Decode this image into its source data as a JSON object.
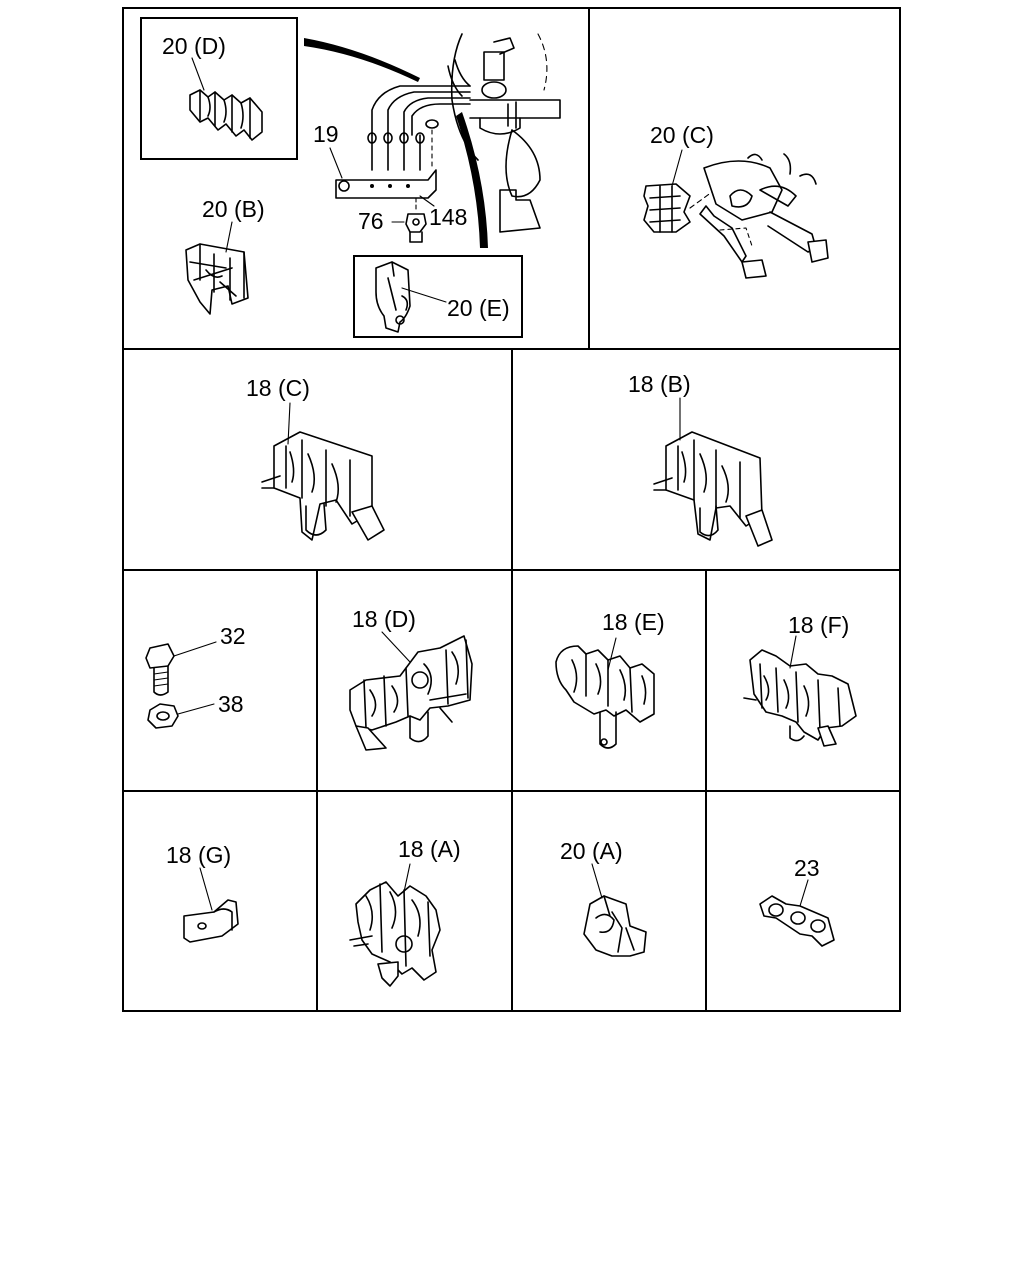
{
  "labels": {
    "p20D": "20 (D)",
    "p19": "19",
    "p20B": "20 (B)",
    "p76": "76",
    "p148": "148",
    "p20E": "20 (E)",
    "p20C": "20 (C)",
    "p18C": "18 (C)",
    "p18B": "18 (B)",
    "p32": "32",
    "p38": "38",
    "p18D": "18 (D)",
    "p18E": "18 (E)",
    "p18F": "18 (F)",
    "p18G": "18 (G)",
    "p18A": "18 (A)",
    "p20A": "20 (A)",
    "p23": "23"
  }
}
